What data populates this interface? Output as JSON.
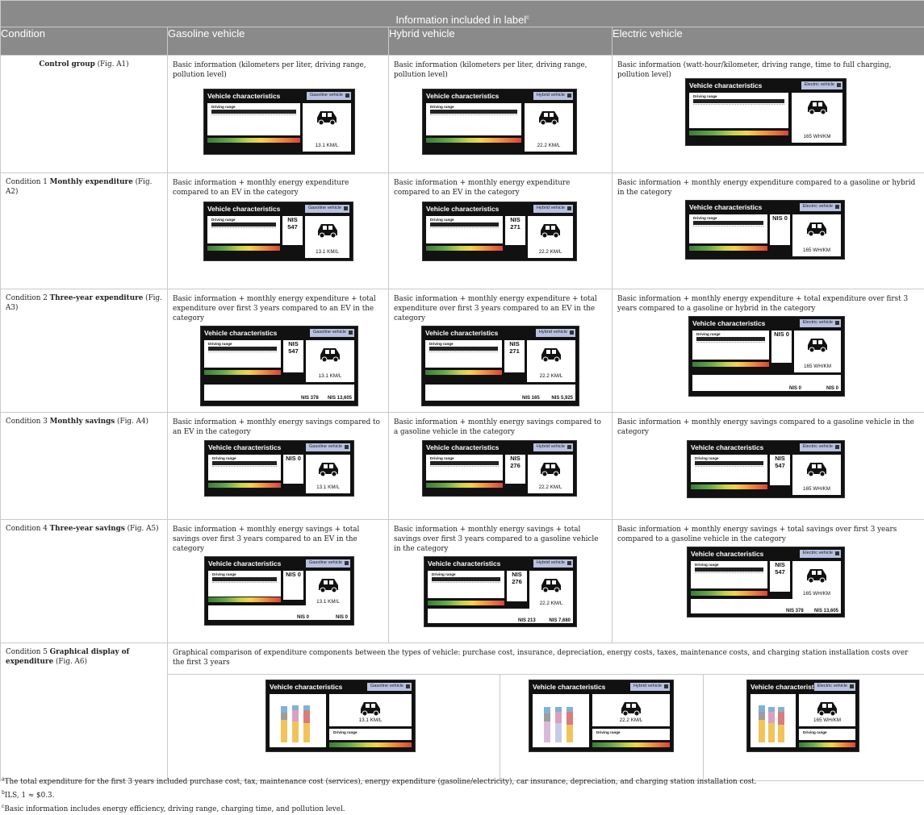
{
  "band_title": "Information included in label",
  "band_title_sup": "c",
  "headers": [
    "Condition",
    "Gasoline vehicle",
    "Hybrid vehicle",
    "Electric vehicle"
  ],
  "label_common": {
    "title": "Vehicle characteristics",
    "driving_range": "Driving range"
  },
  "rows": [
    {
      "condition_prefix": "",
      "condition_bold": "Control group",
      "condition_suffix": " (Fig. A1)",
      "gasoline": "Basic information (kilometers per liter, driving range, pollution level)",
      "hybrid": "Basic information (kilometers per liter, driving range, pollution level)",
      "electric": "Basic information (watt-hour/kilometer, driving range, time to full charging, pollution level)"
    },
    {
      "condition_prefix": "Condition 1 ",
      "condition_bold": "Monthly expenditure",
      "condition_suffix": " (Fig. A2)",
      "gasoline": "Basic information + monthly energy expenditure compared to an EV in the category",
      "hybrid": "Basic information + monthly energy expenditure compared to an EV in the category",
      "electric": "Basic information + monthly energy expenditure compared to a gasoline or hybrid in the category"
    },
    {
      "condition_prefix": "Condition 2 ",
      "condition_bold": "Three-year expenditure",
      "condition_suffix": " (Fig. A3)",
      "gasoline": "Basic information + monthly energy expenditure + total expenditure over first 3 years compared to an EV in the category",
      "hybrid": "Basic information + monthly energy expenditure + total expenditure over first 3 years compared to an EV in the category",
      "electric": "Basic information + monthly energy expenditure + total expenditure over first 3 years compared to a gasoline or hybrid in the category"
    },
    {
      "condition_prefix": "Condition 3 ",
      "condition_bold": "Monthly savings",
      "condition_suffix": " (Fig. A4)",
      "gasoline": "Basic information + monthly energy savings compared to an EV in the category",
      "hybrid": "Basic information + monthly energy savings compared to a gasoline vehicle in the category",
      "electric": "Basic information + monthly energy savings compared to a gasoline vehicle in the category"
    },
    {
      "condition_prefix": "Condition 4 ",
      "condition_bold": "Three-year savings",
      "condition_suffix": " (Fig. A5)",
      "gasoline": "Basic information + monthly energy savings + total savings over first 3 years compared to an EV in the category",
      "hybrid": "Basic information + monthly energy savings + total savings over first 3 years compared to a gasoline vehicle in the category",
      "electric": "Basic information + monthly energy savings + total savings over first 3 years compared to a gasoline vehicle in the category"
    },
    {
      "condition_prefix": "Condition 5 ",
      "condition_bold": "Graphical display of expenditure",
      "condition_suffix": " (Fig. A6)",
      "spanning": "Graphical comparison of expenditure components between the types of vehicle: purchase cost, insurance, depreciation, energy costs, taxes, maintenance costs, and charging station installation costs over the first 3 years"
    }
  ],
  "vehicles": {
    "gasoline": {
      "badge": "Gasoline vehicle",
      "efficiency": "13.1 KM/L"
    },
    "hybrid": {
      "badge": "Hybrid vehicle",
      "efficiency": "22.2 KM/L"
    },
    "electric": {
      "badge": "Electric vehicle",
      "efficiency": "165 WH/KM"
    }
  },
  "values": {
    "monthly_exp": {
      "gasoline": "NIS 547",
      "hybrid": "NIS 271",
      "electric": "NIS 0"
    },
    "three_year_exp": {
      "gasoline": [
        "NIS 378",
        "NIS 13,605"
      ],
      "hybrid": [
        "NIS 165",
        "NIS 5,925"
      ],
      "electric": [
        "NIS 0",
        "NIS 0"
      ]
    },
    "monthly_sav": {
      "gasoline": "NIS 0",
      "hybrid": "NIS 276",
      "electric": "NIS 547"
    },
    "three_year_sav": {
      "gasoline": [
        "NIS 0",
        "NIS 0"
      ],
      "hybrid": [
        "NIS 213",
        "NIS 7,680"
      ],
      "electric": [
        "NIS 378",
        "NIS 13,605"
      ]
    }
  },
  "notes": [
    {
      "sup": "a",
      "text": "The total expenditure for the first 3 years included purchase cost, tax, maintenance cost (services), energy expenditure (gasoline/electricity), car insurance, depreciation, and charging station installation cost."
    },
    {
      "sup": "b",
      "text": "ILS, 1 ≈ $0.3."
    },
    {
      "sup": "c",
      "text": "Basic information includes energy efficiency, driving range, charging time, and pollution level."
    }
  ]
}
